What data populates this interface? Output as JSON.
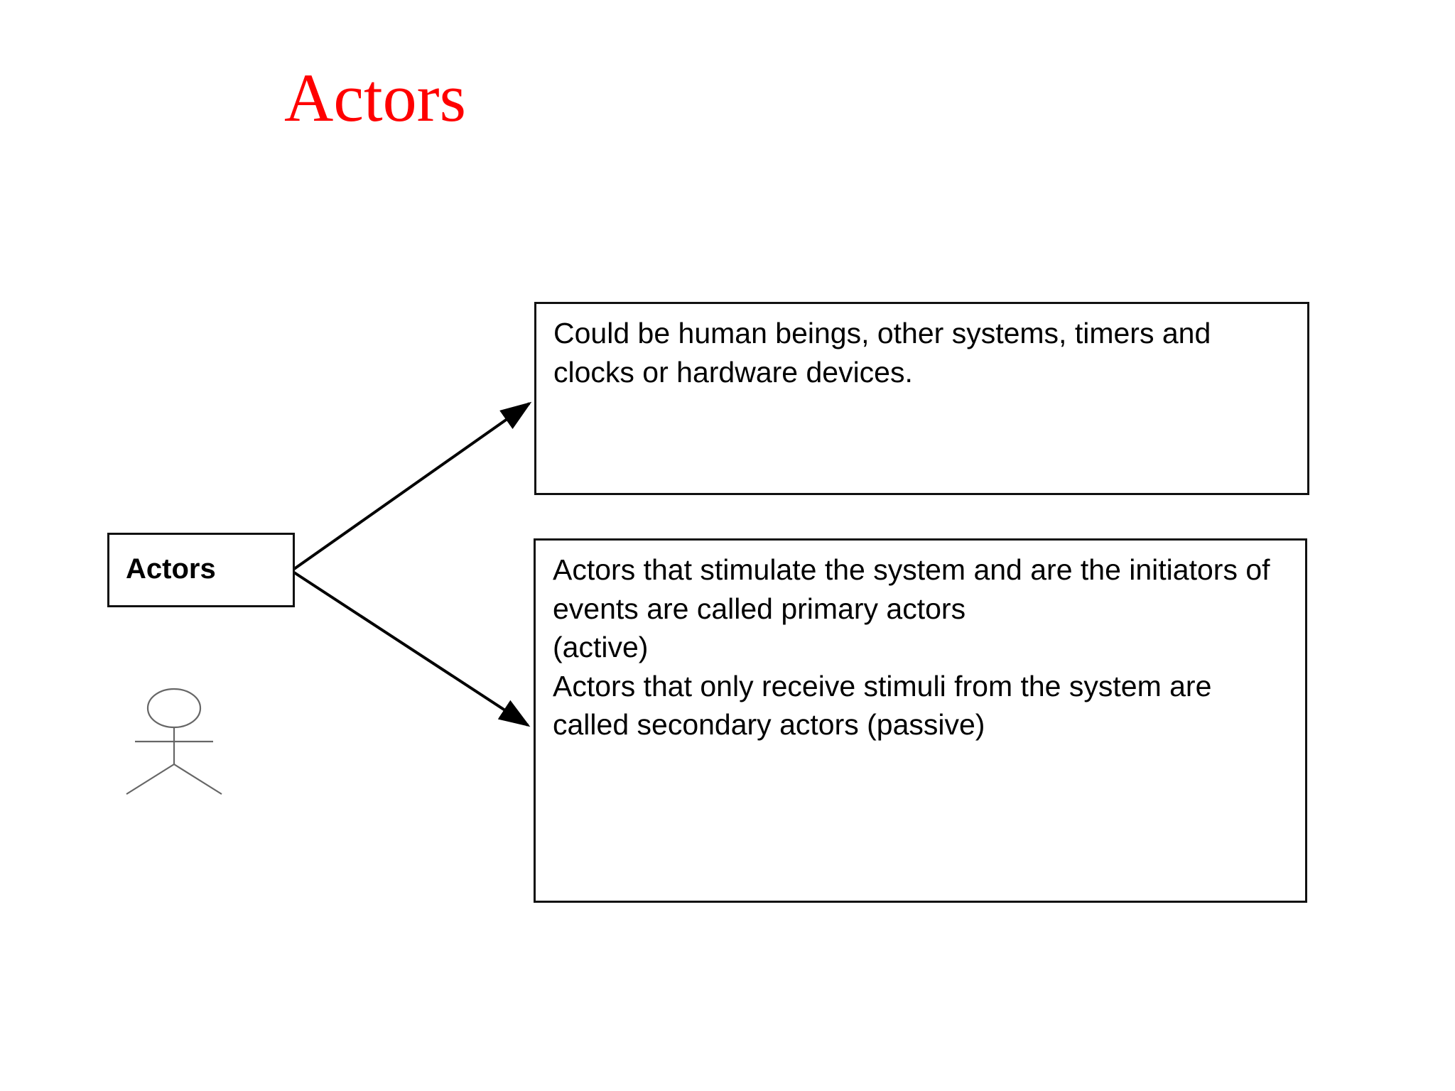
{
  "slide": {
    "title": "Actors",
    "title_color": "#ff0000",
    "background_color": "#ffffff",
    "border_color": "#111111",
    "text_color": "#000000",
    "figure_stroke_color": "#666666"
  },
  "source_node": {
    "label": "Actors",
    "icon": "uml-actor-stick-figure"
  },
  "branches": [
    {
      "id": "branch-definition",
      "text": "Could be human beings, other systems, timers and clocks or hardware devices."
    },
    {
      "id": "branch-classification",
      "text": "Actors that stimulate the system and are the initiators of events are called primary actors\n(active)\nActors that only receive stimuli from the system are called secondary actors (passive)"
    }
  ],
  "connectors": [
    {
      "id": "connector-upper",
      "from": "actors-box",
      "to": "desc-box-1",
      "arrowhead": "filled-triangle"
    },
    {
      "id": "connector-lower",
      "from": "actors-box",
      "to": "desc-box-2",
      "arrowhead": "filled-triangle"
    }
  ]
}
